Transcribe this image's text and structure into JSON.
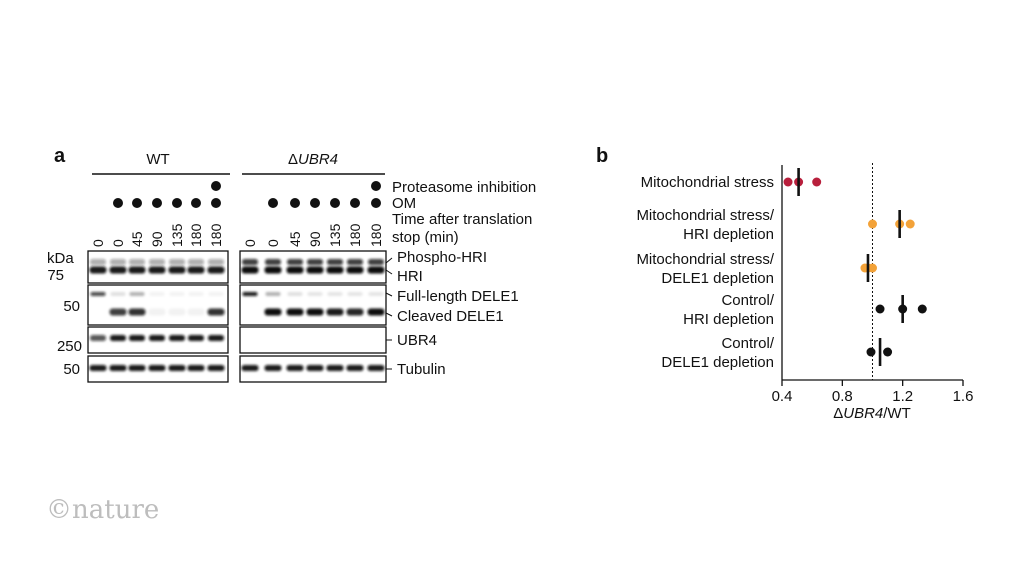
{
  "panel_a": {
    "letter": "a",
    "group_wt": "WT",
    "group_ko_delta": "Δ",
    "group_ko_gene": "UBR4",
    "treatments": [
      "Proteasome inhibition",
      "OM"
    ],
    "time_label_line1": "Time after translation",
    "time_label_line2": "stop (min)",
    "time_points": [
      "0",
      "0",
      "45",
      "90",
      "135",
      "180",
      "180"
    ],
    "om_marks": [
      false,
      true,
      true,
      true,
      true,
      true,
      true
    ],
    "proteasome_marks": [
      false,
      false,
      false,
      false,
      false,
      false,
      true
    ],
    "kda_label": "kDa",
    "markers": [
      "75",
      "50",
      "250",
      "50"
    ],
    "blots": [
      {
        "labels": [
          "Phospho-HRI",
          "HRI"
        ]
      },
      {
        "labels": [
          "Full-length DELE1",
          "Cleaved DELE1"
        ]
      },
      {
        "labels": [
          "UBR4"
        ]
      },
      {
        "labels": [
          "Tubulin"
        ]
      }
    ]
  },
  "panel_b": {
    "letter": "b",
    "xlabel_delta": "Δ",
    "xlabel_gene": "UBR4",
    "xlabel_rest": "/WT"
  },
  "chart_data": {
    "type": "scatter",
    "title": "",
    "xlabel": "ΔUBR4/WT",
    "xlim": [
      0.4,
      1.6
    ],
    "xticks": [
      "0.4",
      "0.8",
      "1.2",
      "1.6"
    ],
    "reference_line": 1.0,
    "categories": [
      [
        "Mitochondrial stress"
      ],
      [
        "Mitochondrial stress/",
        "HRI depletion"
      ],
      [
        "Mitochondrial stress/",
        "DELE1 depletion"
      ],
      [
        "Control/",
        "HRI depletion"
      ],
      [
        "Control/",
        "DELE1 depletion"
      ]
    ],
    "points": [
      [
        0.44,
        0.51,
        0.63
      ],
      [
        1.0,
        1.18,
        1.25
      ],
      [
        0.95,
        0.97,
        1.0
      ],
      [
        1.05,
        1.2,
        1.33
      ],
      [
        0.99,
        1.1
      ]
    ],
    "means": [
      0.51,
      1.18,
      0.97,
      1.2,
      1.05
    ],
    "colors": [
      "#b81f3c",
      "#f3a238",
      "#f3a238",
      "#111111",
      "#111111"
    ]
  },
  "brand": {
    "symbol": "©",
    "name": "nature"
  }
}
